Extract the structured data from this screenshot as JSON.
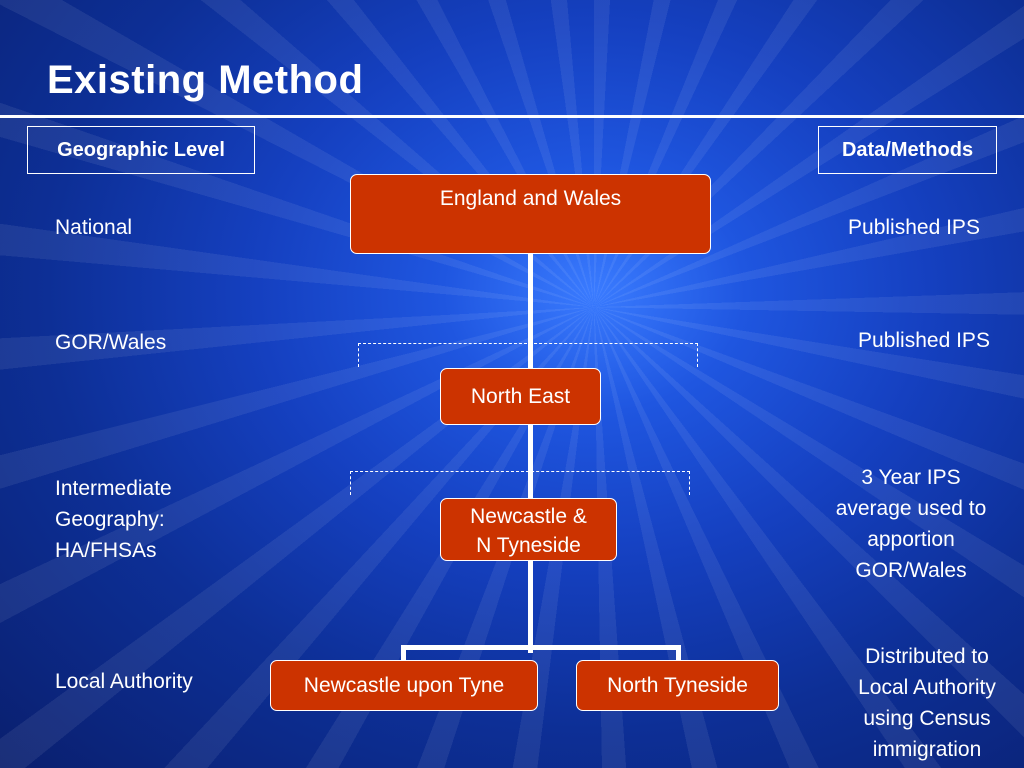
{
  "title": "Existing Method",
  "headers": {
    "left": "Geographic Level",
    "right": "Data/Methods"
  },
  "levels": {
    "national": "National",
    "gor": "GOR/Wales",
    "intermediate_line1": "Intermediate",
    "intermediate_line2": "Geography:",
    "intermediate_line3": "HA/FHSAs",
    "local": "Local Authority"
  },
  "methods": {
    "national": "Published IPS",
    "gor": "Published IPS",
    "intermediate_line1": "3 Year IPS",
    "intermediate_line2": "average used to",
    "intermediate_line3": "apportion",
    "intermediate_line4": "GOR/Wales",
    "local_line1": "Distributed to",
    "local_line2": "Local Authority",
    "local_line3": "using Census",
    "local_line4": "immigration"
  },
  "nodes": {
    "england_wales": "England and Wales",
    "north_east": "North East",
    "newcastle_line1": "Newcastle &",
    "newcastle_line2": "N Tyneside",
    "newcastle_upon_tyne": "Newcastle upon Tyne",
    "north_tyneside": "North Tyneside"
  },
  "colors": {
    "node_fill": "#cc3300",
    "background": "#1540c0"
  }
}
